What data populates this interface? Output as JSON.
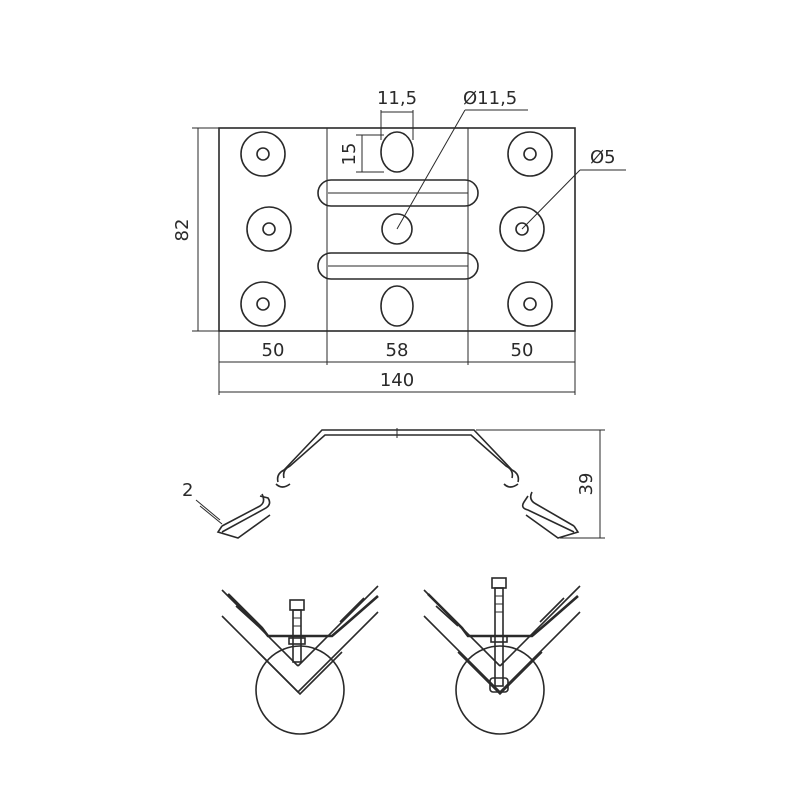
{
  "dimensions": {
    "slot_width": "11,5",
    "hole_diameter_center": "Ø11,5",
    "slot_height": "15",
    "hole_diameter_side": "Ø5",
    "overall_height": "82",
    "left_width": "50",
    "middle_width": "58",
    "right_width": "50",
    "overall_width": "140",
    "thickness": "2",
    "profile_height": "39"
  },
  "colors": {
    "line": "#2a2a2a",
    "background": "#ffffff"
  }
}
